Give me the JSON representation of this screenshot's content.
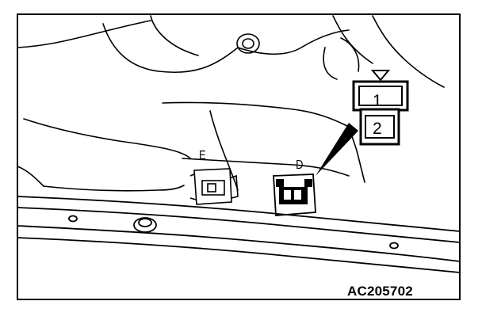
{
  "figure_code": "AC205702",
  "callout": {
    "pin_top": "1",
    "pin_bottom": "2"
  },
  "connector_labels": {
    "left": "E",
    "right": "D"
  },
  "icons": [
    "triangle-marker-icon",
    "connector-pinout-icon"
  ]
}
